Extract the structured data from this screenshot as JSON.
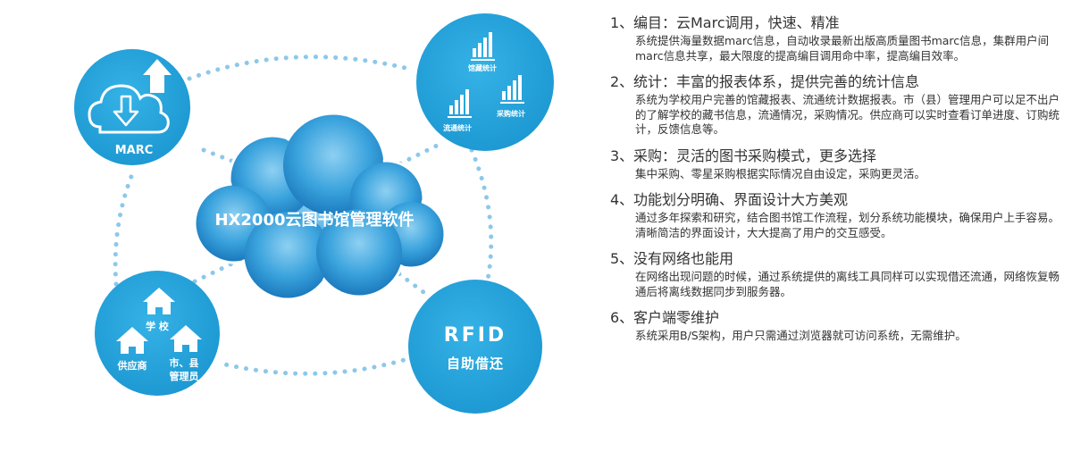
{
  "center": {
    "title": "HX2000云图书馆管理软件"
  },
  "nodes": {
    "marc": {
      "label": "MARC"
    },
    "stats": {
      "label_top": "馆藏统计",
      "label_left": "流通统计",
      "label_right": "采购统计"
    },
    "users": {
      "label_school": "学 校",
      "label_supplier": "供应商",
      "label_admin_1": "市、县",
      "label_admin_2": "管理员"
    },
    "rfid": {
      "line1": "RFID",
      "line2": "自助借还"
    }
  },
  "features": [
    {
      "num": "1、",
      "title": "编目：云Marc调用，快速、精准",
      "desc": "系统提供海量数据marc信息，自动收录最新出版高质量图书marc信息，集群用户间marc信息共享，最大限度的提高编目调用命中率，提高编目效率。"
    },
    {
      "num": "2、",
      "title": "统计：丰富的报表体系，提供完善的统计信息",
      "desc": "系统为学校用户完善的馆藏报表、流通统计数据报表。市（县）管理用户可以足不出户的了解学校的藏书信息，流通情况，采购情况。供应商可以实时查看订单进度、订购统计，反馈信息等。"
    },
    {
      "num": "3、",
      "title": "采购：灵活的图书采购模式，更多选择",
      "desc": "集中采购、零星采购根据实际情况自由设定，采购更灵活。"
    },
    {
      "num": "4、",
      "title": "功能划分明确、界面设计大方美观",
      "desc": "通过多年探索和研究，结合图书馆工作流程，划分系统功能模块，确保用户上手容易。清晰简洁的界面设计，大大提高了用户的交互感受。"
    },
    {
      "num": "5、",
      "title": "没有网络也能用",
      "desc": "在网络出现问题的时候，通过系统提供的离线工具同样可以实现借还流通，网络恢复畅通后将离线数据同步到服务器。"
    },
    {
      "num": "6、",
      "title": "客户端零维护",
      "desc": "系统采用B/S架构，用户只需通过浏览器就可访问系统，无需维护。"
    }
  ],
  "colors": {
    "node": "#1fa0d8",
    "cloud": "#1c88cf",
    "dots": "#7fc3e8",
    "text": "#333333"
  }
}
